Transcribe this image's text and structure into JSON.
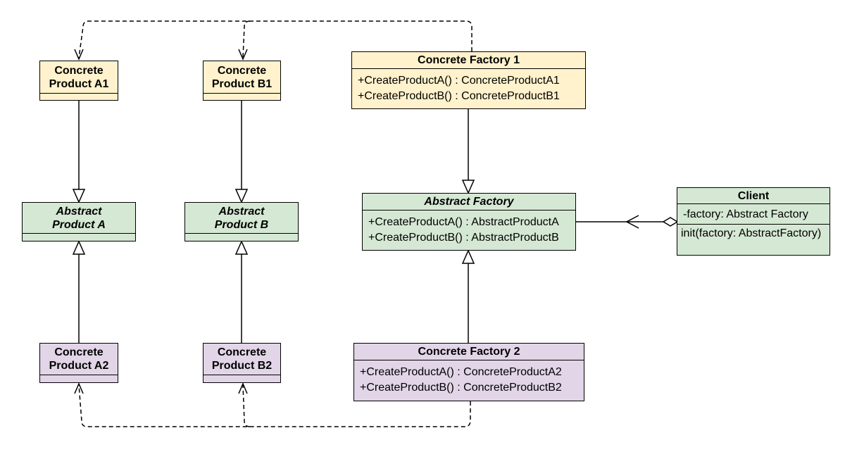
{
  "classes": {
    "concrete_product_a1": {
      "line1": "Concrete",
      "line2": "Product A1"
    },
    "concrete_product_b1": {
      "line1": "Concrete",
      "line2": "Product B1"
    },
    "abstract_product_a": {
      "line1": "Abstract",
      "line2": "Product A"
    },
    "abstract_product_b": {
      "line1": "Abstract",
      "line2": "Product B"
    },
    "concrete_product_a2": {
      "line1": "Concrete",
      "line2": "Product A2"
    },
    "concrete_product_b2": {
      "line1": "Concrete",
      "line2": "Product B2"
    },
    "concrete_factory_1": {
      "title": "Concrete Factory 1",
      "methods": [
        "+CreateProductA() : ConcreteProductA1",
        "+CreateProductB() : ConcreteProductB1"
      ]
    },
    "abstract_factory": {
      "title": "Abstract Factory",
      "methods": [
        "+CreateProductA() : AbstractProductA",
        "+CreateProductB() : AbstractProductB"
      ]
    },
    "concrete_factory_2": {
      "title": "Concrete Factory 2",
      "methods": [
        "+CreateProductA() : ConcreteProductA2",
        "+CreateProductB() : ConcreteProductB2"
      ]
    },
    "client": {
      "title": "Client",
      "attribute": "-factory: Abstract Factory",
      "method": "init(factory: AbstractFactory)"
    }
  },
  "colors": {
    "concrete_1": "#fff2cc",
    "abstract": "#d5e8d4",
    "concrete_2": "#e1d5e7",
    "stroke": "#000000"
  }
}
